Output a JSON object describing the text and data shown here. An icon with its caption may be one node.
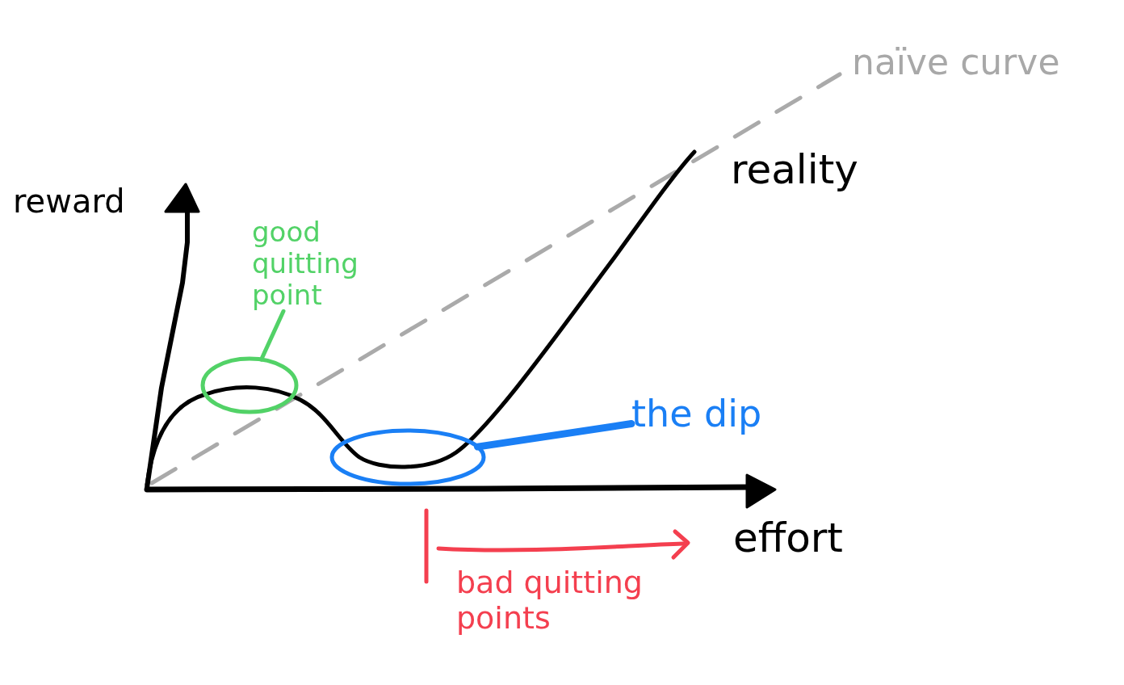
{
  "diagram": {
    "nodes": [
      {
        "text": [
          "good quitting point"
        ]
      },
      {
        "text": [],
        "shape": "ellipse"
      },
      {
        "text": [
          "the dip"
        ]
      },
      {
        "text": [],
        "shape": "ellipse"
      }
    ],
    "edges": [
      {
        "from": 0,
        "to": 1,
        "arrow": "none",
        "color": "#52d267"
      },
      {
        "from": 2,
        "to": 3,
        "arrow": "none",
        "style": "thick",
        "color": "#1a7ff5"
      }
    ],
    "labels": [
      "naïve curve",
      "reality",
      "reward",
      "effort",
      "bad quitting points"
    ]
  }
}
